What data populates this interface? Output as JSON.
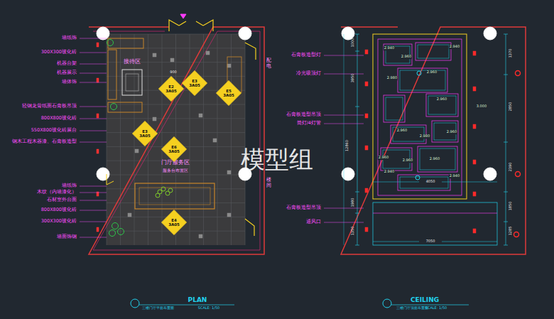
{
  "diagram": {
    "nodes": [
      {
        "text": [
          "E2",
          "3A05"
        ]
      },
      {
        "text": [
          "E3",
          "3A05"
        ]
      },
      {
        "text": [
          "E5",
          "3A05"
        ]
      },
      {
        "text": [
          "E3",
          "3A05"
        ]
      },
      {
        "text": [
          "E6",
          "3A05"
        ]
      },
      {
        "text": [
          "E4",
          "3A05"
        ]
      }
    ],
    "labels": [
      "墙纸饰",
      "300X300玻化砖",
      "机器台架",
      "机器展示",
      "墙体饰",
      "轻钢龙骨纸面石膏板吊顶",
      "800X800玻化砖",
      "550X800玻化砖展台",
      "钢木工程木器漆、石膏板造型",
      "墙纸饰",
      "木纹（内墙漆化）",
      "石材室外台面",
      "800X800玻化砖",
      "300X300玻化砖",
      "墙面饰钢",
      "接待区",
      "门厅服务区",
      "服务台布置区",
      "配电",
      "楼间",
      "900",
      "PLAN",
      "三楼门厅平面布置图",
      "SCALE: 1/50",
      "CEILING",
      "三楼门厅顶面布置图",
      "SCALE: 1/50",
      "石膏板造型灯",
      "冷光吸顶灯",
      "石膏板造型吊顶",
      "筒灯/4灯管",
      "石膏板造型吊顶",
      "通风口",
      "1000",
      "3950",
      "12860",
      "1980",
      "1350",
      "1370",
      "2850",
      "2390",
      "1850",
      "1285",
      "4050",
      "7050",
      "2.940",
      "2.960",
      "2.940",
      "2.960",
      "2.980",
      "2.960",
      "3.000",
      "2.960",
      "2.980",
      "2.960",
      "2.960",
      "2.960",
      "2.960",
      "2.940",
      "2.940",
      "模型组"
    ]
  }
}
